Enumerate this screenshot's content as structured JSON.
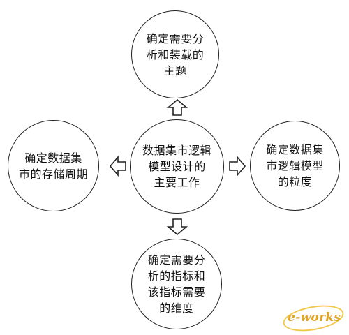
{
  "diagram": {
    "center": {
      "text": "数据集市逻辑\n模型设计的\n主要工作"
    },
    "top": {
      "text": "确定需要分\n析和装载的\n主题"
    },
    "left": {
      "text": "确定数据集\n市的存储周期"
    },
    "right": {
      "text": "确定数据集\n市逻辑模型\n的粒度"
    },
    "bottom": {
      "text": "确定需要分\n析的指标和\n该指标需要\n的维度"
    }
  },
  "watermark": {
    "text": "e-works",
    "color": "#e3a51d"
  }
}
